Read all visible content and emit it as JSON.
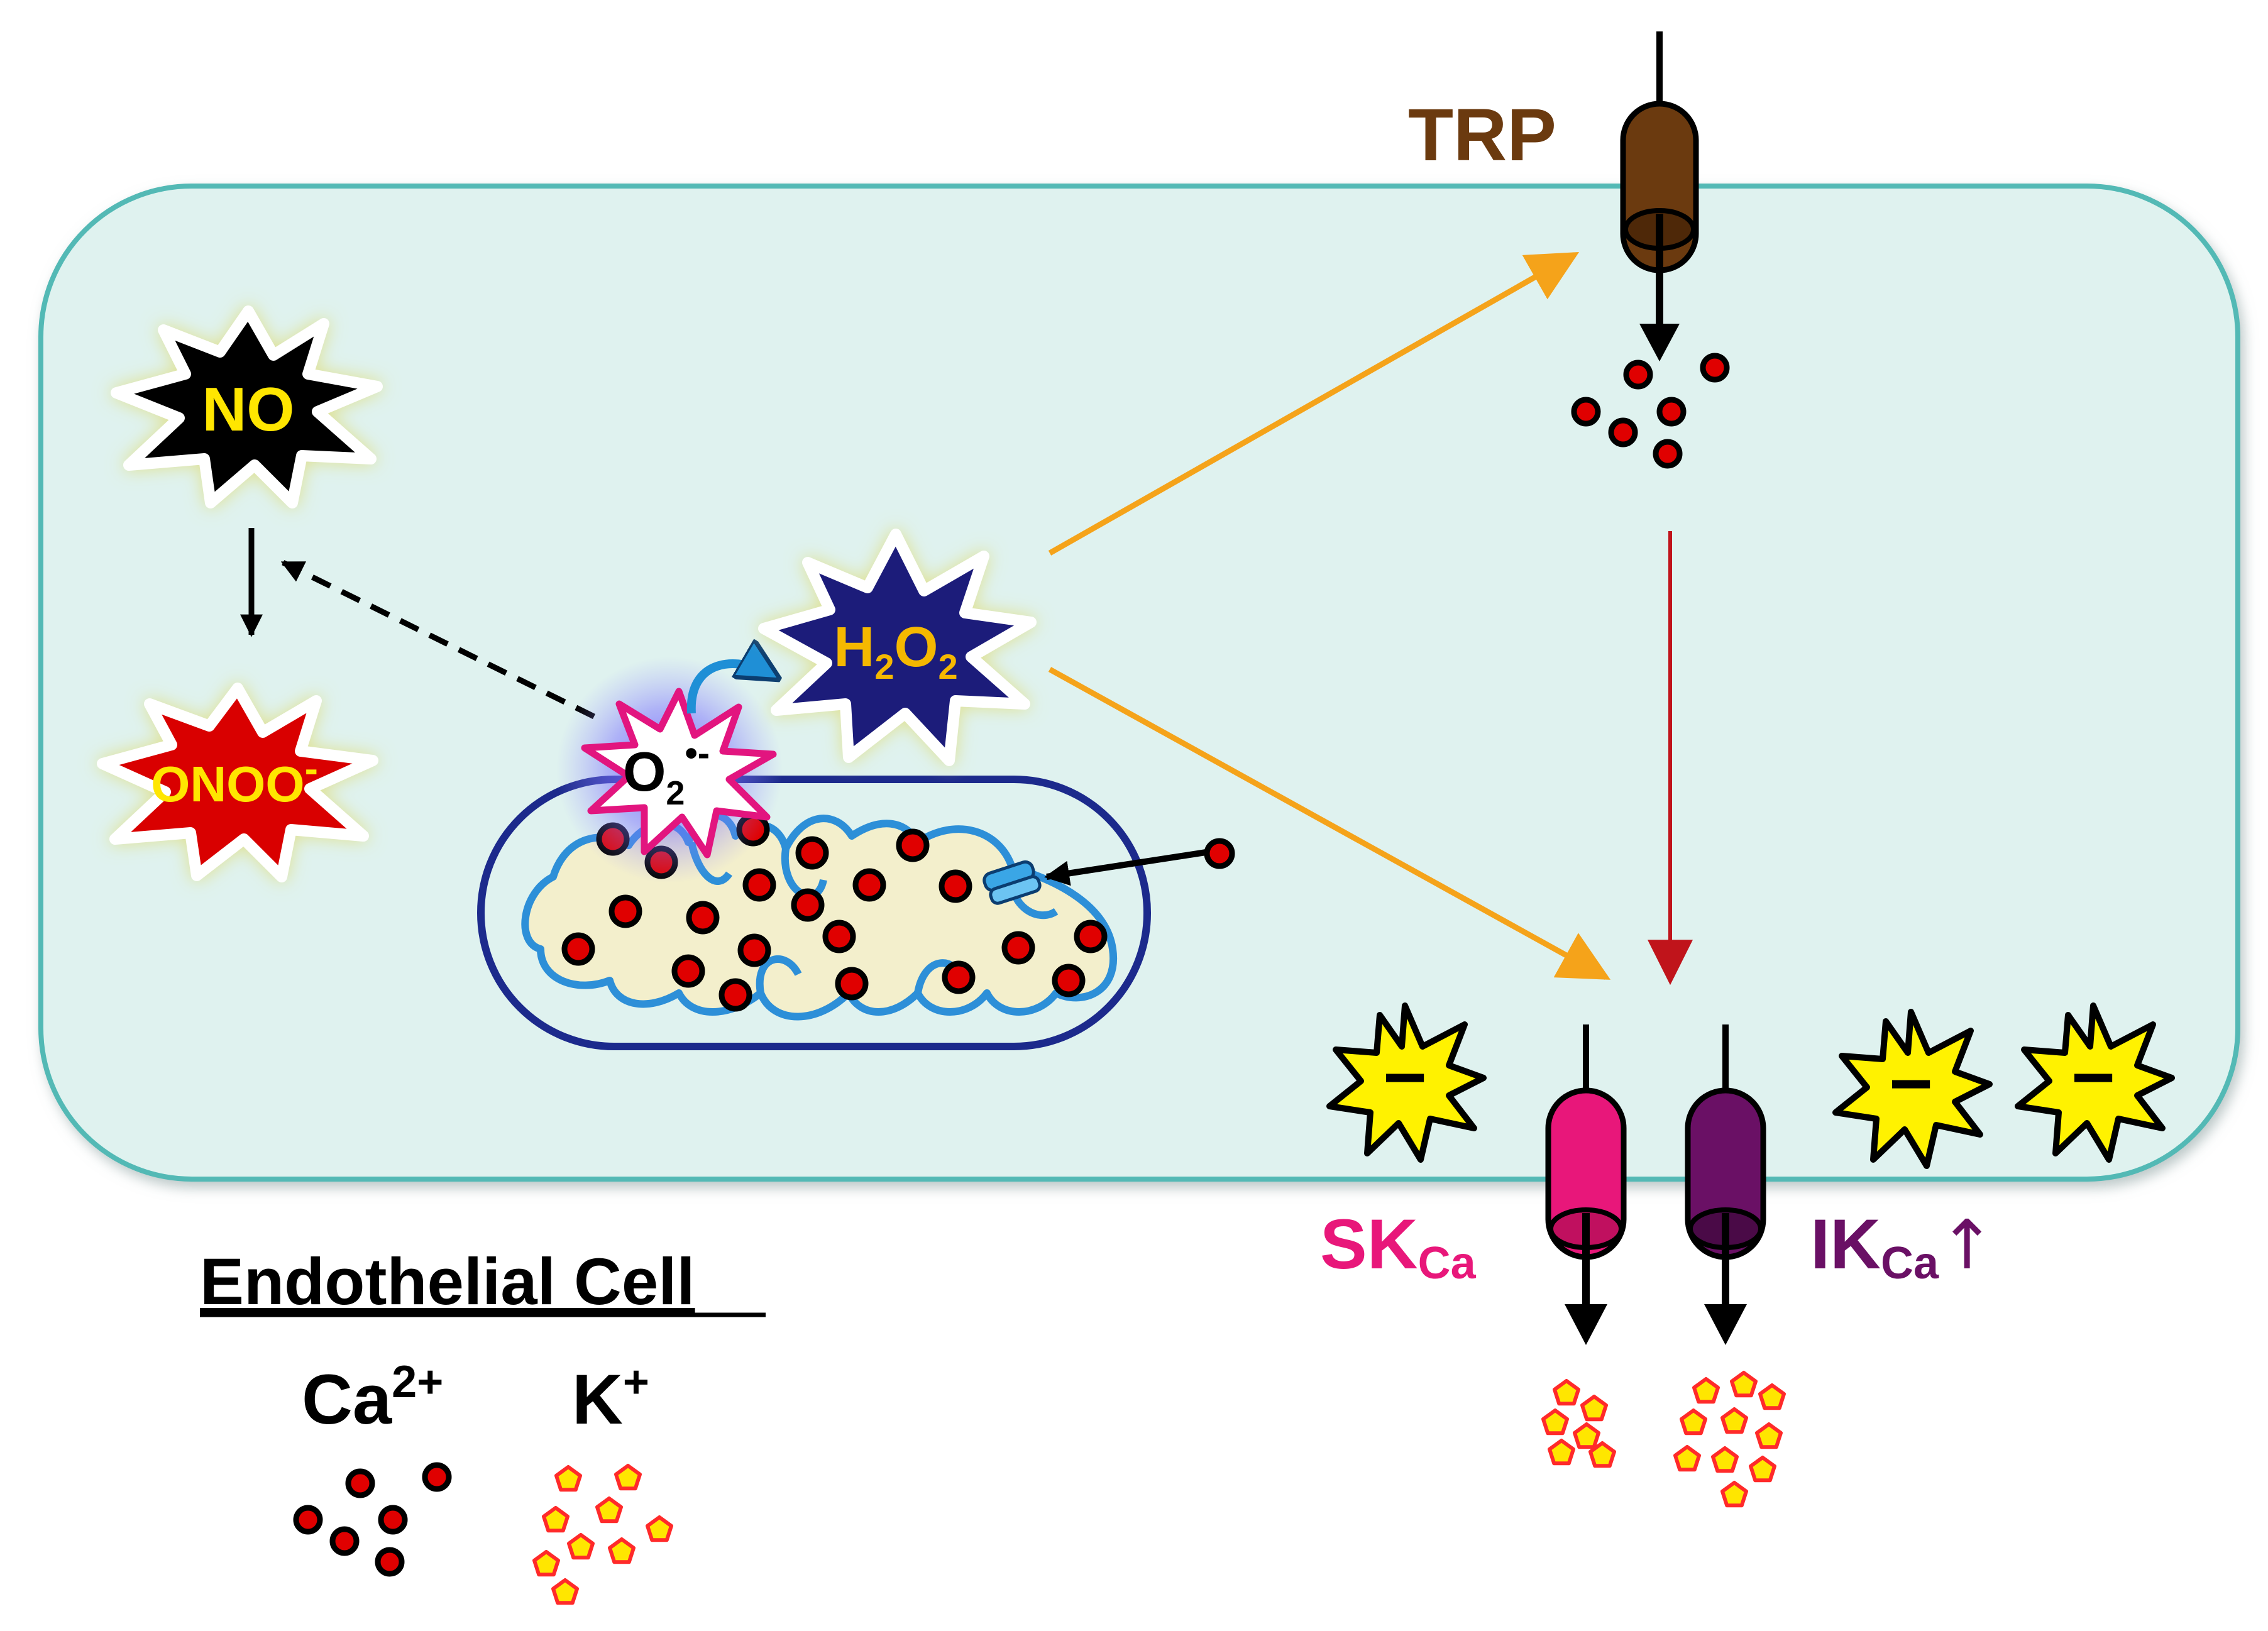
{
  "labels": {
    "trp": "TRP",
    "no": "NO",
    "onoo_base": "ONOO",
    "onoo_charge": "-",
    "h2o2": {
      "h1": "H",
      "s1": "2",
      "o1": "O",
      "s2": "2"
    },
    "o2": {
      "o": "O",
      "sub": "2",
      "dot": "•-"
    },
    "skca": {
      "main": "SK",
      "sub": "Ca"
    },
    "ikca": {
      "main": "IK",
      "sub": "Ca",
      "arrow": "↑"
    },
    "cell_title": "Endothelial Cell",
    "legend_ca": {
      "main": "Ca",
      "sup": "2+"
    },
    "legend_k": {
      "main": "K",
      "sup": "+"
    },
    "negative_charge": "−"
  },
  "colors": {
    "cell_fill": "#dff2ef",
    "cell_edge": "#52b9b5",
    "trp": "#6b3a0f",
    "skca": "#e8177a",
    "ikca": "#6a1065",
    "orange_arrow": "#f5a31a",
    "red_arrow": "#c0141b",
    "ca_ion": "#e00000",
    "k_ion_fill": "#ffe600",
    "k_ion_edge": "#ff2a2a",
    "mito_membrane": "#1c2a8c",
    "cristae": "#2d8fd8",
    "matrix": "#f3efcc",
    "no_burst": "#000000",
    "onoo_burst": "#d90000",
    "h2o2_burst": "#1c1c7a",
    "o2_burst": "#e2157f",
    "neg_burst": "#fff200"
  }
}
